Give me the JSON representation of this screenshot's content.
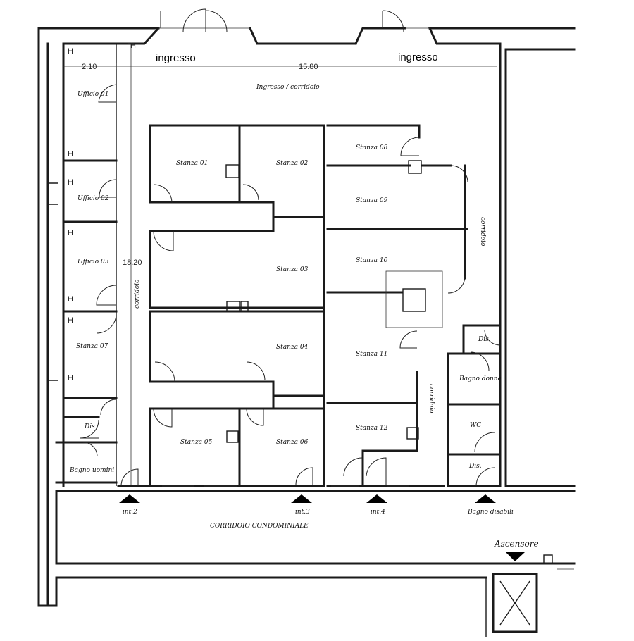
{
  "entrances": [
    "ingresso",
    "ingresso"
  ],
  "dimensions": {
    "width_left": "2.10",
    "width_main": "15.80",
    "length": "18.20"
  },
  "rooms": {
    "ingresso_corridoio": "Ingresso / corridoio",
    "ufficio_01": "Ufficio 01",
    "ufficio_02": "Ufficio 02",
    "ufficio_03": "Ufficio 03",
    "stanza_07": "Stanza 07",
    "dis_left": "Dis.",
    "bagno_uomini": "Bagno uomini",
    "corridoio_vertical": "corridoio",
    "stanza_01": "Stanza 01",
    "stanza_02": "Stanza 02",
    "stanza_03": "Stanza 03",
    "stanza_04": "Stanza 04",
    "stanza_05": "Stanza 05",
    "stanza_06": "Stanza 06",
    "stanza_08": "Stanza 08",
    "stanza_09": "Stanza 09",
    "stanza_10": "Stanza 10",
    "stanza_11": "Stanza 11",
    "stanza_12": "Stanza 12",
    "corridoio_right_1": "corridoio",
    "corridoio_right_2": "corridoio",
    "dis_right_1": "Dis.",
    "bagno_donne": "Bagno donne",
    "wc": "WC",
    "dis_right_2": "Dis.",
    "corridoio_condominiale": "CORRIDOIO CONDOMINIALE",
    "ascensore": "Ascensore"
  },
  "markers": [
    "int.2",
    "int.3",
    "int.4",
    "Bagno disabili"
  ]
}
